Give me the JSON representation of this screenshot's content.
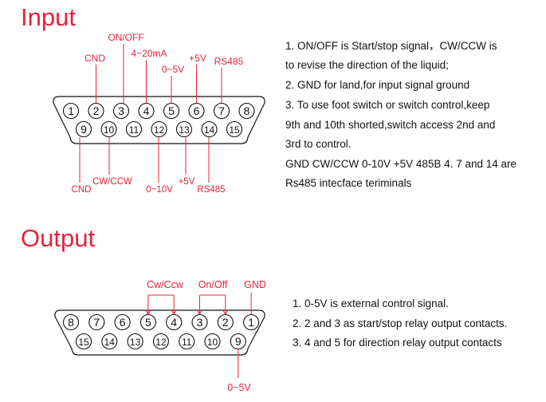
{
  "colors": {
    "title": "#e8213b",
    "label": "#e8213b",
    "pin": "#111111",
    "text": "#111111"
  },
  "input": {
    "title": "Input",
    "connector": {
      "top_row": [
        "1",
        "2",
        "3",
        "4",
        "5",
        "6",
        "7",
        "8"
      ],
      "bottom_row": [
        "9",
        "10",
        "11",
        "12",
        "13",
        "14",
        "15"
      ]
    },
    "top_labels": [
      {
        "text": "CND",
        "pin": "2"
      },
      {
        "text": "ON/OFF",
        "pin": "3"
      },
      {
        "text": "4~20mA",
        "pin": "4"
      },
      {
        "text": "0~5V",
        "pin": "5"
      },
      {
        "text": "+5V",
        "pin": "6"
      },
      {
        "text": "RS485",
        "pin": "7"
      }
    ],
    "bottom_labels": [
      {
        "text": "CND",
        "pin": "9"
      },
      {
        "text": "CW/CCW",
        "pin": "10"
      },
      {
        "text": "0~10V",
        "pin": "12"
      },
      {
        "text": "+5V",
        "pin": "13"
      },
      {
        "text": "RS485",
        "pin": "14"
      }
    ],
    "description": [
      "1. ON/OFF is Start/stop signal，CW/CCW is",
      "to revise the direction of the liquid;",
      "2. GND for land,for input signal ground",
      "3. To use foot switch or switch control,keep",
      "9th and 10th shorted,switch access 2nd and",
      "3rd to control.",
      "GND CW/CCW 0-10V +5V 485B 4. 7 and 14 are",
      "Rs485 intecface teriminals"
    ]
  },
  "output": {
    "title": "Output",
    "connector": {
      "top_row": [
        "8",
        "7",
        "6",
        "5",
        "4",
        "3",
        "2",
        "1"
      ],
      "bottom_row": [
        "15",
        "14",
        "13",
        "12",
        "11",
        "10",
        "9"
      ]
    },
    "top_labels": [
      {
        "text": "Cw/Ccw",
        "pins": [
          "5",
          "4"
        ]
      },
      {
        "text": "On/Off",
        "pins": [
          "3",
          "2"
        ]
      },
      {
        "text": "GND",
        "pins": [
          "1"
        ]
      }
    ],
    "bottom_labels": [
      {
        "text": "0~5V",
        "pin": "9"
      }
    ],
    "description": [
      "1. 0-5V is external control signal.",
      "2. 2 and 3 as start/stop relay output contacts.",
      "3. 4 and 5 for direction relay output contacts"
    ]
  }
}
